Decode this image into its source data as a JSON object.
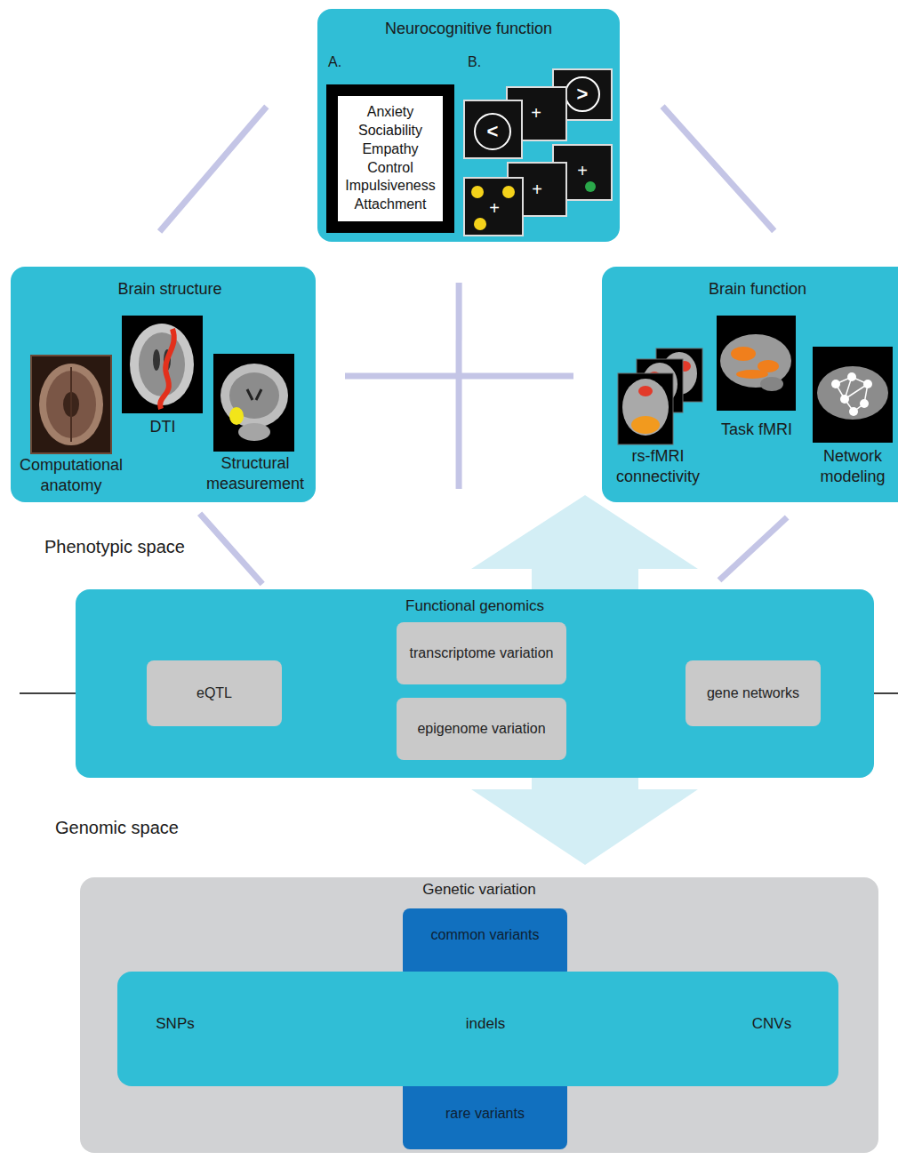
{
  "diagram": {
    "nodes": [
      {
        "text": [
          "Neurocognitive function"
        ]
      },
      {
        "text": [
          "Anxiety",
          "Sociability",
          "Empathy",
          "Control",
          "Impulsiveness",
          "Attachment"
        ],
        "in": 0
      },
      {
        "text": [
          "Brain structure"
        ]
      },
      {
        "text": [
          "Brain function"
        ]
      },
      {
        "text": [
          "Functional genomics"
        ]
      },
      {
        "text": [
          "eQTL"
        ],
        "in": 4
      },
      {
        "text": [
          "transcriptome variation"
        ],
        "in": 4
      },
      {
        "text": [
          "epigenome variation"
        ],
        "in": 4
      },
      {
        "text": [
          "gene networks"
        ],
        "in": 4
      },
      {
        "text": [
          "Genetic variation"
        ]
      },
      {
        "text": [
          "common variants"
        ],
        "in": 9
      },
      {
        "text": [
          "SNPs",
          "indels",
          "CNVs"
        ],
        "in": 9
      },
      {
        "text": [
          "rare variants"
        ],
        "in": 9
      }
    ],
    "edges": [
      {
        "from": 0,
        "to": 2,
        "arrow": "none"
      },
      {
        "from": 0,
        "to": 3,
        "arrow": "none"
      },
      {
        "from": 2,
        "to": 3,
        "arrow": "none"
      },
      {
        "from": 0,
        "to": 4,
        "arrow": "none"
      },
      {
        "from": 2,
        "to": 4,
        "arrow": "none"
      },
      {
        "from": 3,
        "to": 4,
        "arrow": "none"
      }
    ],
    "labels": [
      "A.",
      "B.",
      "<",
      "+",
      ">",
      "+",
      "+",
      "+",
      "Computational anatomy",
      "DTI",
      "Structural measurement",
      "rs-fMRI connectivity",
      "Task fMRI",
      "Network modeling",
      "Phenotypic space",
      "Genomic space"
    ]
  }
}
